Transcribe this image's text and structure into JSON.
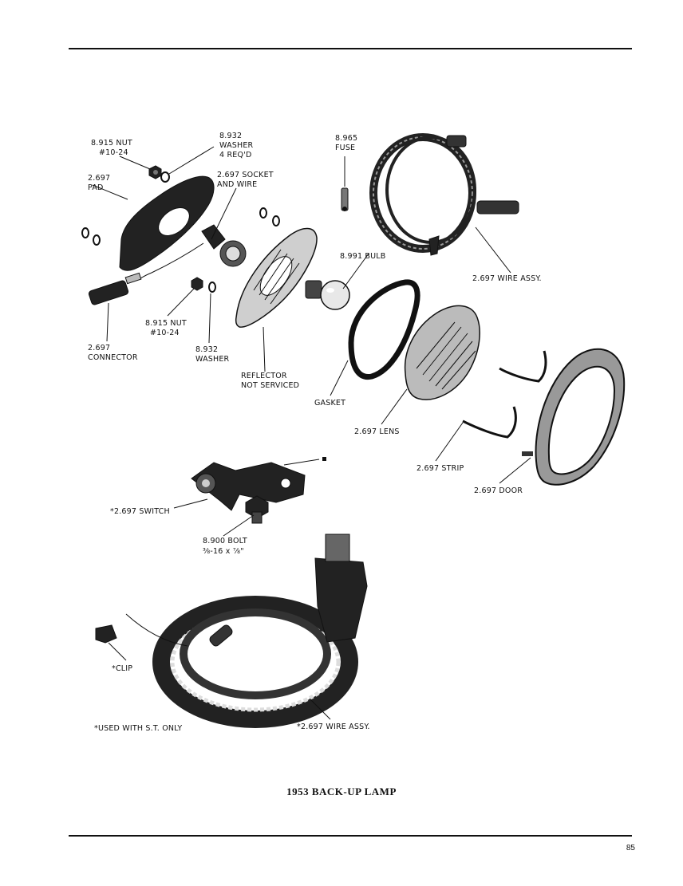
{
  "labels": {
    "nut_top_num": "8.915 NUT",
    "nut_top_size": "#10-24",
    "washer_top_num": "8.932",
    "washer_top_name": "WASHER",
    "washer_top_qty": "4 REQ'D",
    "fuse_num": "8.965",
    "fuse_name": "FUSE",
    "pad_num": "2.697",
    "pad_name": "PAD",
    "socket_line1": "2.697 SOCKET",
    "socket_line2": "AND WIRE",
    "bulb": "8.991 BULB",
    "wire_assy": "2.697 WIRE ASSY.",
    "nut_low_num": "8.915 NUT",
    "nut_low_size": "#10-24",
    "connector_num": "2.697",
    "connector_name": "CONNECTOR",
    "washer_low_num": "8.932",
    "washer_low_name": "WASHER",
    "reflector_line1": "REFLECTOR",
    "reflector_line2": "NOT SERVICED",
    "gasket": "GASKET",
    "lens": "2.697 LENS",
    "strip": "2.697 STRIP",
    "door": "2.697 DOOR",
    "switch": "*2.697 SWITCH",
    "bolt_num": "8.900 BOLT",
    "bolt_size": "⅜-16 x ⅞\"",
    "clip": "*CLIP",
    "footnote": "*USED WITH S.T. ONLY",
    "wire_assy_st": "*2.697 WIRE ASSY."
  },
  "caption": "1953 BACK-UP LAMP",
  "page_number": "85"
}
